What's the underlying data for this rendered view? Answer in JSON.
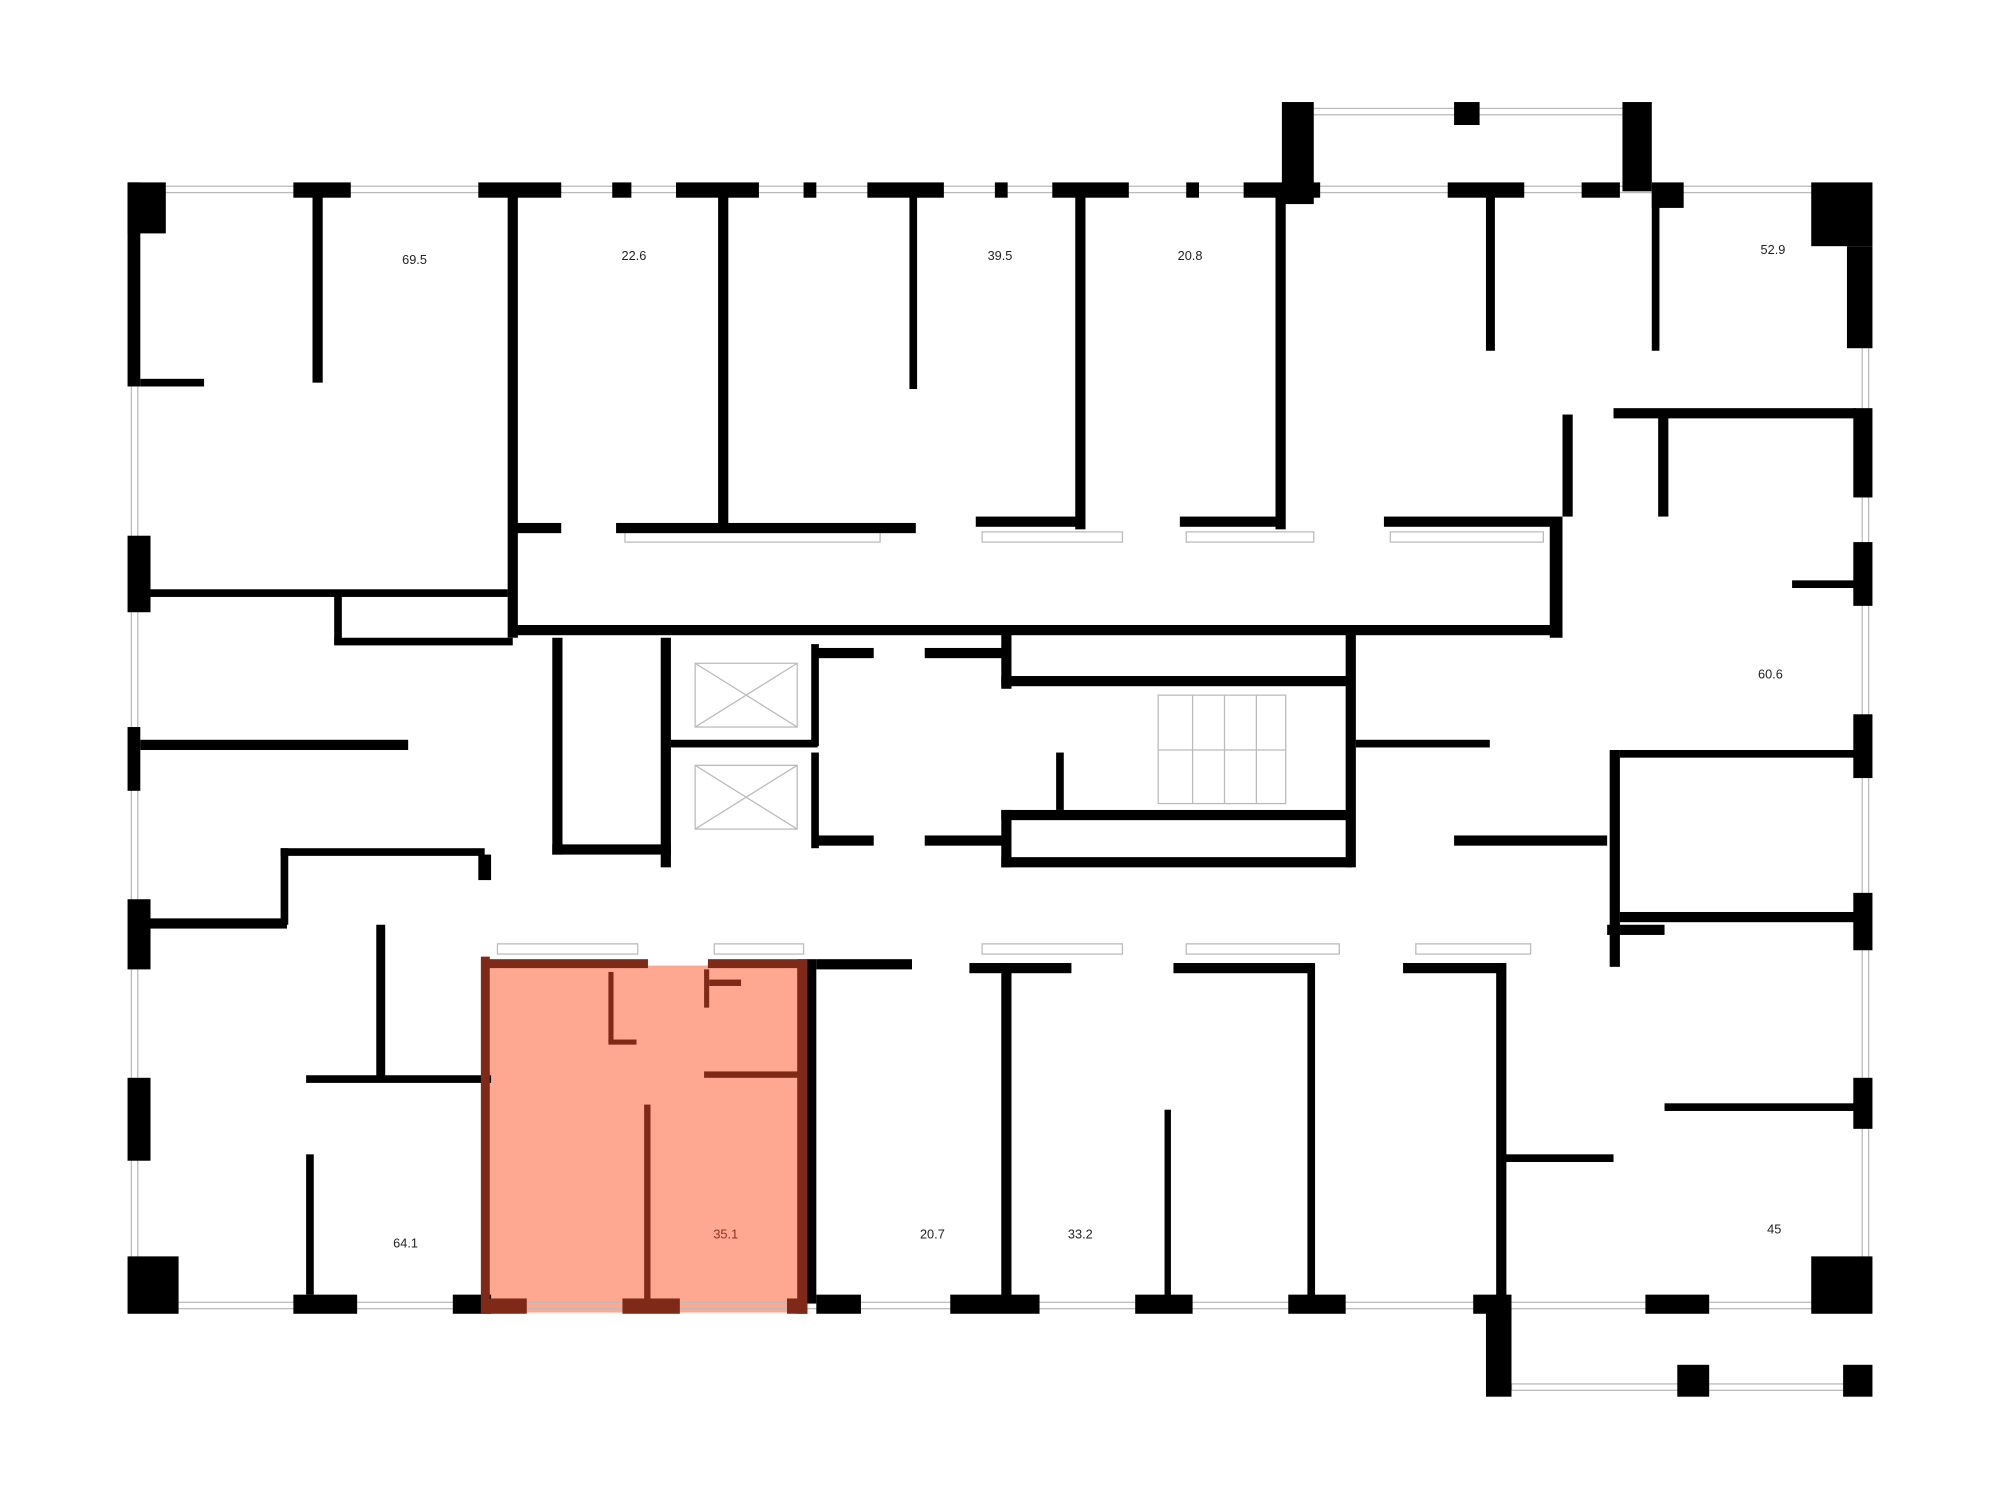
{
  "plan": {
    "highlight_color": "#ffa891",
    "highlight_wall_color": "#7f2a19",
    "wall_color": "#000000",
    "selected_apartment": {
      "area": "35.1"
    },
    "apartments": [
      {
        "area": "69.5"
      },
      {
        "area": "22.6"
      },
      {
        "area": "39.5"
      },
      {
        "area": "20.8"
      },
      {
        "area": "52.9"
      },
      {
        "area": "60.6"
      },
      {
        "area": "45"
      },
      {
        "area": "33.2"
      },
      {
        "area": "20.7"
      },
      {
        "area": "64.1"
      }
    ]
  }
}
